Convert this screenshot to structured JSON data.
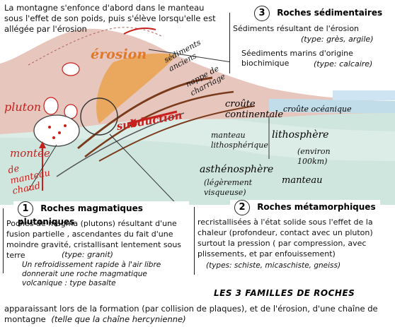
{
  "intro_text": "La montagne s'enfonce d'abord dans le manteau sous l'effet de son poids, puis s'élève lorsqu'elle est allégée par l'érosion",
  "labels": {
    "erosion": "érosion",
    "sediments_anciens": "sédiments anciens",
    "nappe_charriage": "nappe de charriage",
    "pluton": "pluton",
    "subduction": "subduction",
    "montee": "montée",
    "manteau_chaud": "de manteau chaud",
    "croute_continentale": "croûte continentale",
    "croute_oceanique": "croûte océanique",
    "manteau_lithospherique": "manteau lithosphérique",
    "lithosphere": "lithosphère",
    "environ": "(environ 100km)",
    "asthenosphere": "asthénosphère",
    "asthenosphere_note": "(légèrement visqueuse)",
    "manteau": "manteau"
  },
  "box3": {
    "number": "3",
    "title": "Roches sédimentaires",
    "line1": "Sédiments résultant de l'érosion",
    "line1_types": "(type: grès, argile)",
    "line2": "Séediments marins d'origine biochimique",
    "line2_types": "(type: calcaire)"
  },
  "box1": {
    "number": "1",
    "title": "Roches magmatiques plutoniques",
    "body": "Poches de magma (plutons) résultant d'une fusion partielle , ascendantes du fait d'une moindre gravité, cristallisant lentement sous terre",
    "types": "(type: granit)",
    "note": "Un refroidissement rapide à l'air libre donnerait une roche magmatique volcanique : type basalte"
  },
  "box2": {
    "number": "2",
    "title": "Roches métamorphiques",
    "body": "recristallisées à l'état solide sous l'effet de la chaleur (profondeur, contact avec un pluton) surtout la pression ( par compression, avec plissements, et par enfouissement)",
    "types": "(types: schiste, micaschiste, gneiss)"
  },
  "families_title": "LES 3 FAMILLES DE ROCHES",
  "footer_text": "apparaissant lors de la formation (par collision de plaques), et de l'érosion, d'une chaîne de montagne",
  "footer_example": "(telle que la chaîne hercynienne)",
  "colors": {
    "red": "#c8201c",
    "mountain": "#e2bfb6",
    "mantle": "#c7e0d9",
    "ocean": "#b9d8ea",
    "sediments": "#e4a04a"
  }
}
